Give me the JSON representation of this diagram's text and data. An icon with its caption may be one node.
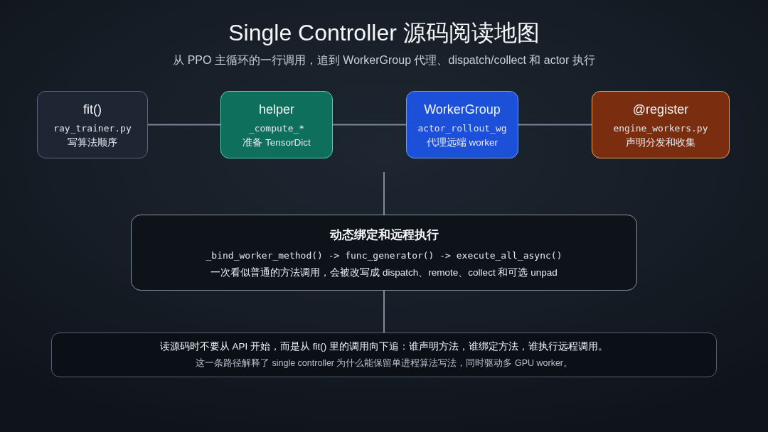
{
  "diagram": {
    "title": "Single Controller 源码阅读地图",
    "nodes": [
      {
        "text": [
          "fit()",
          "ray_trainer.py",
          "写算法顺序"
        ]
      },
      {
        "text": [
          "helper",
          "_compute_*",
          "准备 TensorDict"
        ]
      },
      {
        "text": [
          "WorkerGroup",
          "actor_rollout_wg",
          "代理远端 worker"
        ]
      },
      {
        "text": [
          "@register",
          "engine_workers.py",
          "声明分发和收集"
        ]
      },
      {
        "text": [
          "动态绑定和远程执行",
          "_bind_worker_method() -> func_generator() -> execute_all_async()",
          "一次看似普通的方法调用，会被改写成 dispatch、remote、collect 和可选 unpad"
        ]
      },
      {
        "text": [
          "读源码时不要从 API 开始，而是从 fit() 里的调用向下追：谁声明方法，谁绑定方法，谁执行远程调用。",
          "这一条路径解释了 single controller 为什么能保留单进程算法写法，同时驱动多 GPU worker。"
        ]
      }
    ],
    "edges": [
      {
        "from": 0,
        "to": 1,
        "arrow": "none"
      },
      {
        "from": 1,
        "to": 2,
        "arrow": "none"
      },
      {
        "from": 2,
        "to": 3,
        "arrow": "none"
      },
      {
        "from": null,
        "to": 4,
        "arrow": "none"
      },
      {
        "from": 4,
        "to": 5,
        "arrow": "none"
      }
    ],
    "labels": [
      "从 PPO 主循环的一行调用，追到 WorkerGroup 代理、dispatch/collect 和 actor 执行"
    ]
  }
}
